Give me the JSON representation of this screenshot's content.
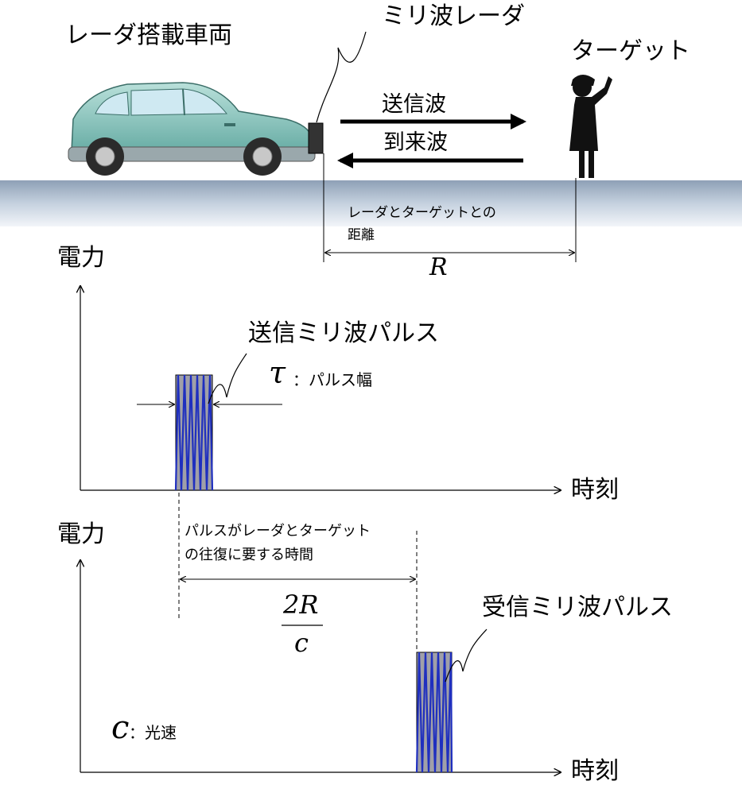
{
  "scene": {
    "vehicle_label": "レーダ搭載車両",
    "radar_label": "ミリ波レーダ",
    "target_label": "ターゲット",
    "tx_wave_label": "送信波",
    "rx_wave_label": "到来波",
    "distance_label_line1": "レーダとターゲットとの",
    "distance_label_line2": "距離",
    "distance_symbol": "R"
  },
  "tx_plot": {
    "y_axis_label": "電力",
    "x_axis_label": "時刻",
    "pulse_label": "送信ミリ波パルス",
    "width_symbol": "τ",
    "width_label": "：パルス幅"
  },
  "rx_plot": {
    "y_axis_label": "電力",
    "x_axis_label": "時刻",
    "pulse_label": "受信ミリ波パルス",
    "delay_label_line1": "パルスがレーダとターゲット",
    "delay_label_line2": "の往復に要する時間",
    "delay_numerator": "2R",
    "delay_denominator": "c",
    "c_symbol": "c",
    "c_label": "：光速"
  }
}
